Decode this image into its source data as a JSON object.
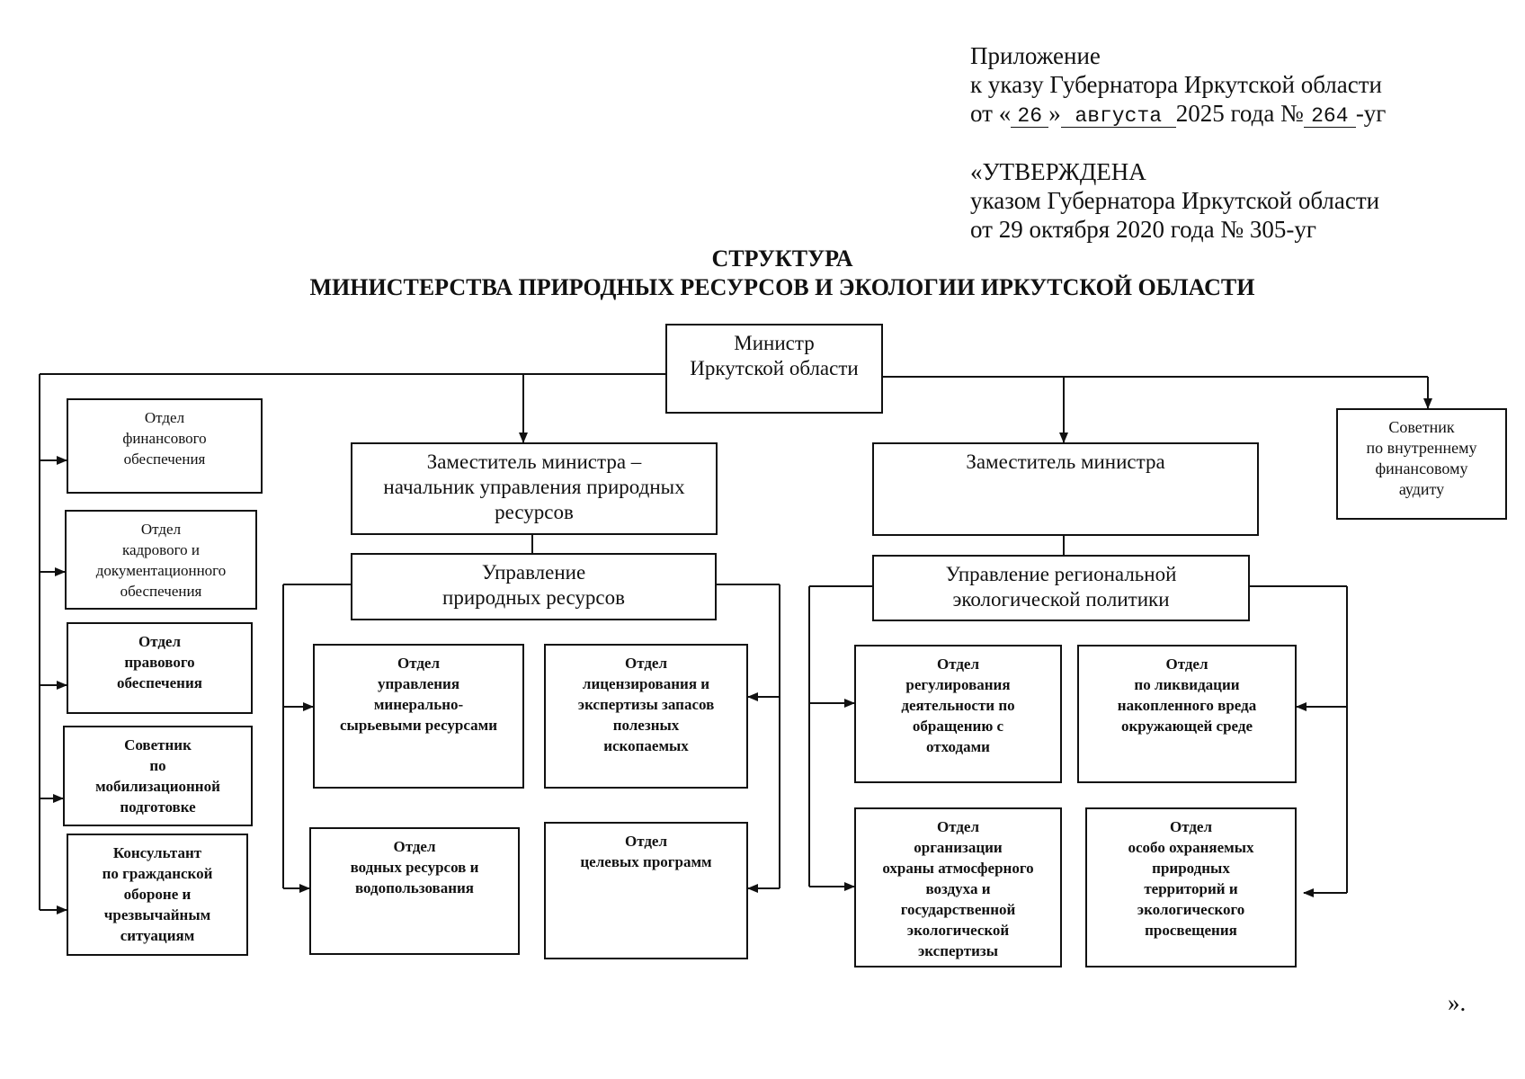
{
  "header": {
    "appendix": "Приложение",
    "decree_line": "к указу Губернатора Иркутской области",
    "date_prefix": "от «",
    "day": "26",
    "day_close": "»",
    "month": "августа",
    "year_text": "2025 года №",
    "number": "264",
    "number_suffix": "-уг",
    "approved": "«УТВЕРЖДЕНА",
    "approved_by": "указом Губернатора Иркутской области",
    "approved_date": "от 29 октября 2020 года № 305-уг"
  },
  "title": {
    "line1": "СТРУКТУРА",
    "line2": "МИНИСТЕРСТВА ПРИРОДНЫХ РЕСУРСОВ И ЭКОЛОГИИ ИРКУТСКОЙ ОБЛАСТИ"
  },
  "boxes": {
    "minister": "Министр\nИркутской области",
    "deputy_nature": "Заместитель министра –\nначальник управления природных\nресурсов",
    "deputy": "Заместитель министра",
    "advisor_audit": "Советник\nпо внутреннему\nфинансовому\nаудиту",
    "dept_finance": "Отдел\nфинансового\nобеспечения",
    "dept_hr": "Отдел\nкадрового и\nдокументационного\nобеспечения",
    "dept_legal": "Отдел\nправового\nобеспечения",
    "advisor_mobilization": "Советник\nпо\nмобилизационной\nподготовке",
    "consultant_civil_defense": "Консультант\nпо гражданской\nобороне и\nчрезвычайным\nситуациям",
    "admin_nature": "Управление\nприродных ресурсов",
    "admin_ecology": "Управление региональной\nэкологической политики",
    "dept_minerals": "Отдел\nуправления\nминерально-\nсырьевыми ресурсами",
    "dept_licensing": "Отдел\nлицензирования и\nэкспертизы запасов\nполезных\nископаемых",
    "dept_water": "Отдел\nводных ресурсов и\nводопользования",
    "dept_programs": "Отдел\nцелевых программ",
    "dept_waste": "Отдел\nрегулирования\nдеятельности по\nобращению с\nотходами",
    "dept_damage": "Отдел\nпо ликвидации\nнакопленного вреда\nокружающей среде",
    "dept_air": "Отдел\nорганизации\nохраны атмосферного\nвоздуха и\nгосударственной\nэкологической\nэкспертизы",
    "dept_protected": "Отдел\nособо охраняемых\nприродных\nтерриторий и\nэкологического\nпросвещения"
  },
  "closing_mark": "».",
  "colors": {
    "ink": "#111111",
    "paper": "#ffffff"
  }
}
